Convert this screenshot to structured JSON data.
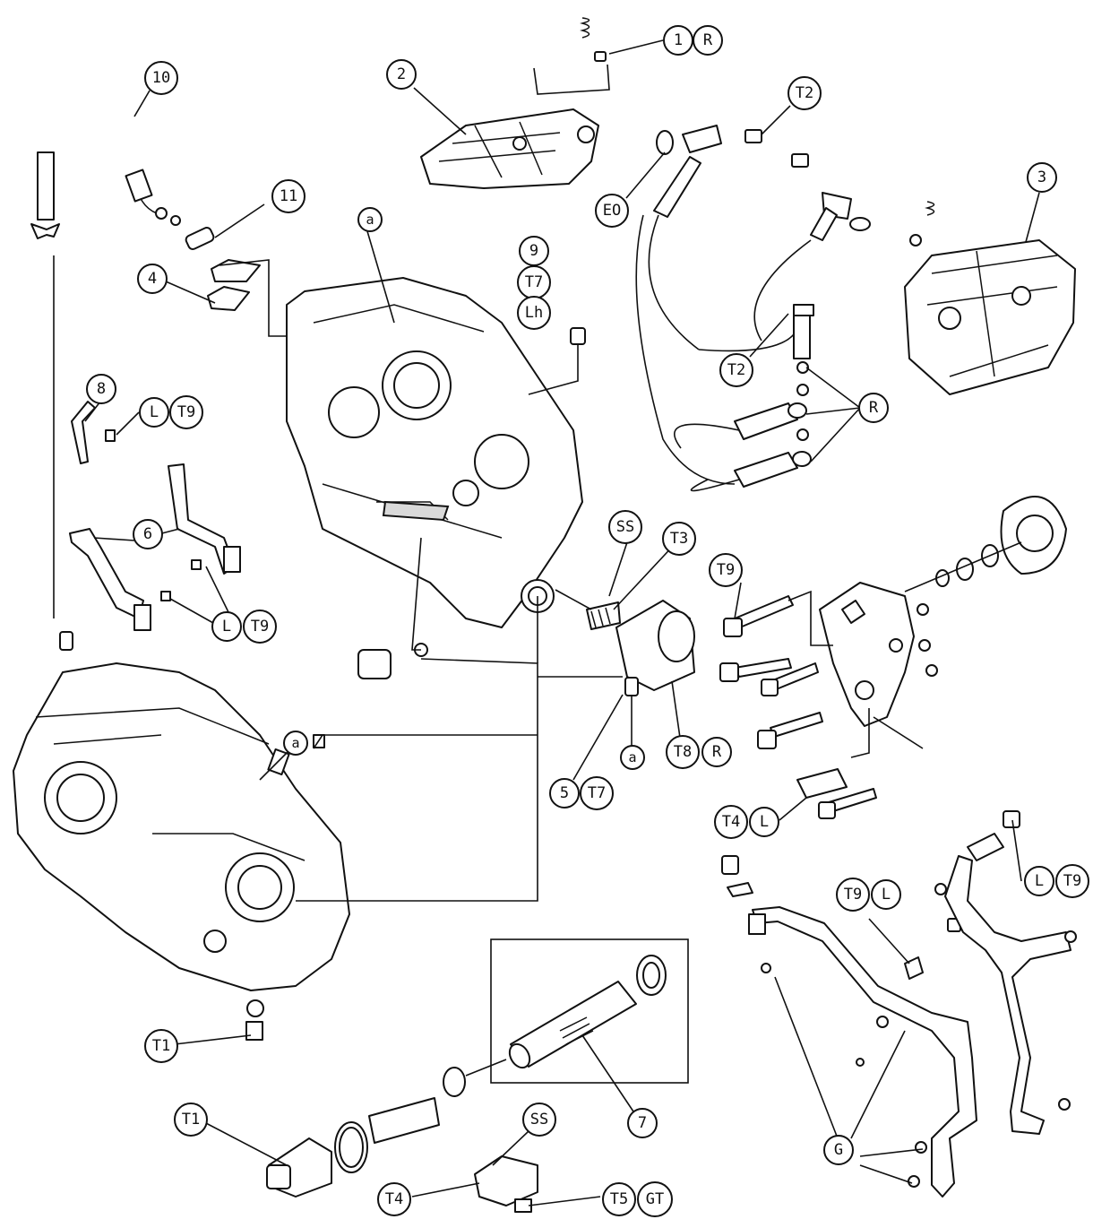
{
  "callouts": {
    "c1": "1",
    "c1r": "R",
    "c2": "2",
    "c3": "3",
    "c4": "4",
    "c5": "5",
    "c5t": "T7",
    "c6": "6",
    "c7": "7",
    "c8": "8",
    "c9": "9",
    "c9t": "T7",
    "c9l": "Lh",
    "c10": "10",
    "c11": "11",
    "e0": "EO",
    "t2a": "T2",
    "t2b": "T2",
    "ra": "R",
    "t3": "T3",
    "ss1": "SS",
    "t9a": "T9",
    "t8": "T8",
    "t8r": "R",
    "l1": "L",
    "t9b": "T9",
    "l2": "L",
    "t9c": "T9",
    "t4a": "T4",
    "l4a": "L",
    "t9d": "T9",
    "l5": "L",
    "l6": "L",
    "t9e": "T9",
    "t1a": "T1",
    "t1b": "T1",
    "ss2": "SS",
    "t4b": "T4",
    "t5": "T5",
    "gt": "GT",
    "g": "G",
    "a1": "a",
    "a2": "a",
    "a3": "a"
  }
}
